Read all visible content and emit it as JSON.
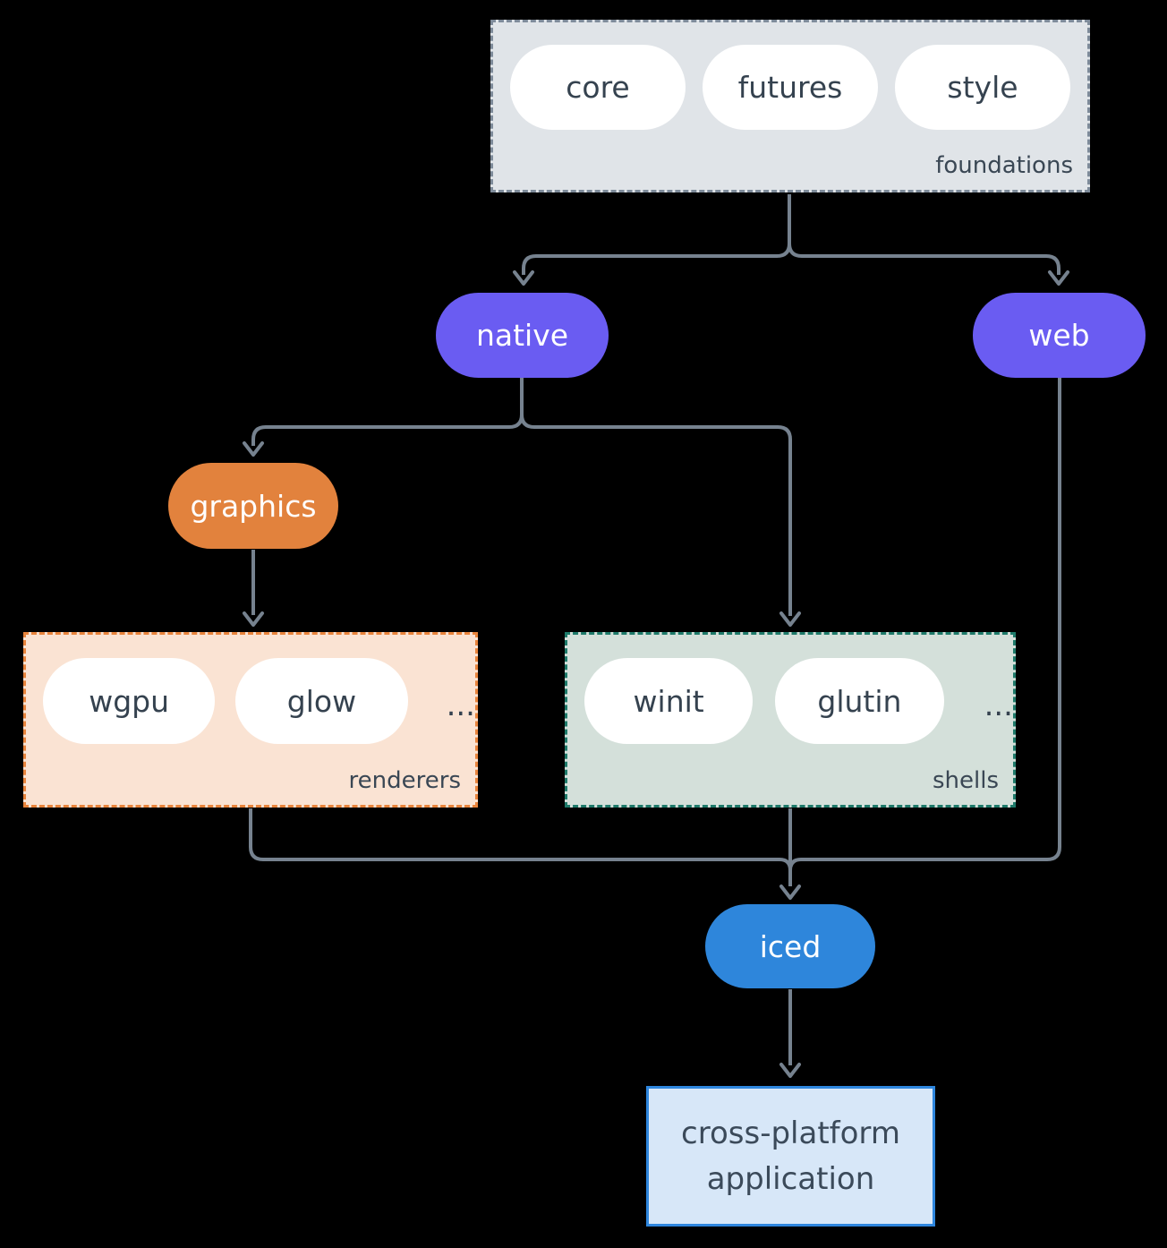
{
  "palette": {
    "background": "#000000",
    "connector": "#76828F",
    "node_purple": "#6A5CF2",
    "node_orange": "#E2823D",
    "node_blue": "#2E86DB",
    "pill_background": "#FFFFFF",
    "pill_text": "#35424F",
    "group_label_text": "#3A4754",
    "foundations_background": "#E0E4E8",
    "foundations_border": "#7E8B9A",
    "renderers_background": "#FAE3D3",
    "renderers_border": "#E8843C",
    "shells_background": "#D4E0DA",
    "shells_border": "#1E7A6A",
    "application_background": "#D7E7F8",
    "application_border": "#2E86DE",
    "application_text": "#3B4A5A"
  },
  "groups": {
    "foundations": {
      "label": "foundations",
      "items": [
        "core",
        "futures",
        "style"
      ]
    },
    "renderers": {
      "label": "renderers",
      "items": [
        "wgpu",
        "glow"
      ],
      "ellipsis": "..."
    },
    "shells": {
      "label": "shells",
      "items": [
        "winit",
        "glutin"
      ],
      "ellipsis": "..."
    }
  },
  "nodes": {
    "native": {
      "label": "native"
    },
    "web": {
      "label": "web"
    },
    "graphics": {
      "label": "graphics"
    },
    "iced": {
      "label": "iced"
    },
    "application": {
      "label": "cross-platform application"
    }
  }
}
